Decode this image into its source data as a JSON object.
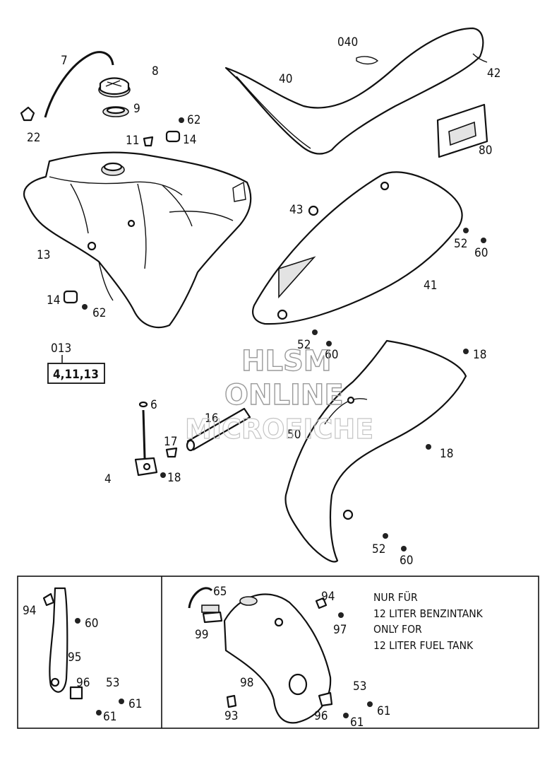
{
  "labels": {
    "l7": "7",
    "l8": "8",
    "l9": "9",
    "l22": "22",
    "l62a": "62",
    "l11": "11",
    "l14a": "14",
    "l040": "040",
    "l40": "40",
    "l42": "42",
    "l80": "80",
    "l13": "13",
    "l43": "43",
    "l52a": "52",
    "l60a": "60",
    "l41": "41",
    "l14b": "14",
    "l62b": "62",
    "l013": "013",
    "kit": "4,11,13",
    "l52b": "52",
    "l60b": "60",
    "l18a": "18",
    "l6": "6",
    "l16": "16",
    "l50": "50",
    "l17": "17",
    "l4": "4",
    "l18b": "18",
    "l18c": "18",
    "l52c": "52",
    "l60c": "60",
    "l94a": "94",
    "l60d": "60",
    "l95": "95",
    "l96a": "96",
    "l53a": "53",
    "l61a": "61",
    "l61b": "61",
    "l65": "65",
    "l99": "99",
    "l98": "98",
    "l93": "93",
    "l94b": "94",
    "l97": "97",
    "l53b": "53",
    "l96b": "96",
    "l61c": "61",
    "l61d": "61"
  },
  "note": {
    "line1": "NUR FÜR",
    "line2": "12 LITER BENZINTANK",
    "line3": "ONLY FOR",
    "line4": "12 LITER FUEL TANK"
  },
  "watermark": {
    "line1": "HLSM",
    "line2": "ONLINE",
    "line3": "MICROFICHE"
  },
  "icons": {
    "seat": "seat-icon",
    "fuel_tank": "fuel-tank-icon",
    "fuel_cap": "fuel-cap-icon",
    "fuel_tap": "fuel-tap-icon",
    "side_panel": "side-panel-icon",
    "spoiler": "tank-spoiler-icon",
    "bolt": "bolt-icon",
    "bracket": "bracket-icon"
  }
}
